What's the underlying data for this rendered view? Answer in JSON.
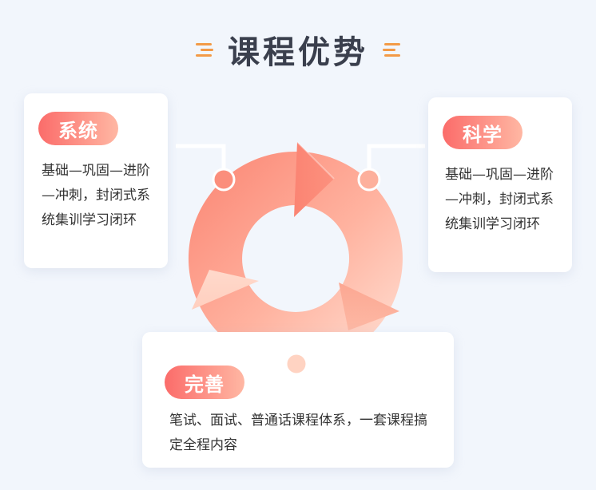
{
  "header": {
    "title": "课程优势"
  },
  "cards": {
    "left": {
      "label": "系统",
      "description": "基础—巩固—进阶—冲刺，封闭式系统集训学习闭环"
    },
    "right": {
      "label": "科学",
      "description": "基础—巩固—进阶—冲刺，封闭式系统集训学习闭环"
    },
    "bottom": {
      "label": "完善",
      "description": "笔试、面试、普通话课程体系，一套课程搞定全程内容"
    }
  },
  "colors": {
    "accent_orange": "#f39a47",
    "pill_start": "#fb6c6a",
    "pill_end": "#ffb7a3",
    "ring_dark": "#fb8472",
    "ring_light": "#ffd7c8",
    "title": "#3a3f4d",
    "background": "#f2f6fc"
  }
}
